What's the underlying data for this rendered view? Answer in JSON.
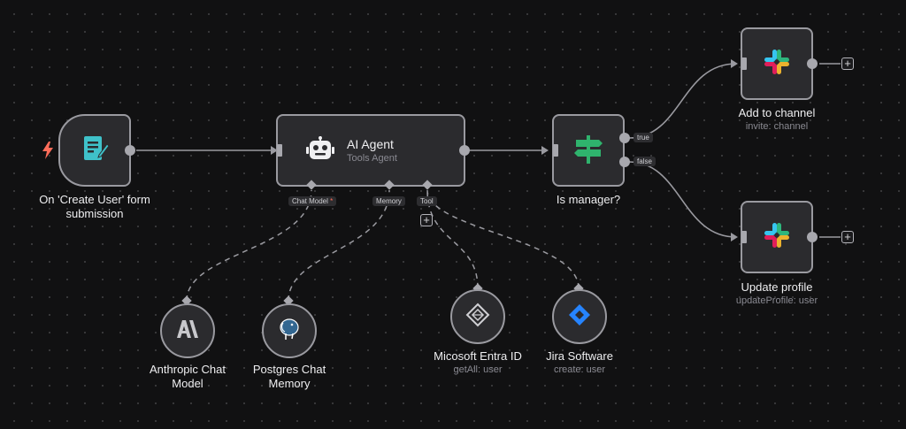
{
  "nodes": {
    "form_trigger": {
      "label_line1": "On 'Create User' form",
      "label_line2": "submission"
    },
    "ai_agent": {
      "title": "AI Agent",
      "subtitle": "Tools Agent"
    },
    "if_node": {
      "label": "Is manager?"
    },
    "add_channel": {
      "label": "Add to channel",
      "sublabel": "invite: channel"
    },
    "update_profile": {
      "label": "Update profile",
      "sublabel": "updateProfile: user"
    },
    "anthropic": {
      "label_line1": "Anthropic Chat",
      "label_line2": "Model"
    },
    "postgres": {
      "label_line1": "Postgres Chat",
      "label_line2": "Memory"
    },
    "entra": {
      "label": "Micosoft Entra ID",
      "sublabel": "getAll: user"
    },
    "jira": {
      "label": "Jira Software",
      "sublabel": "create: user"
    }
  },
  "ports": {
    "chat_model": "Chat Model",
    "chat_model_required": "*",
    "memory": "Memory",
    "tool": "Tool",
    "true_label": "true",
    "false_label": "false"
  },
  "colors": {
    "canvas": "#111112",
    "node_fill": "#2b2b2e",
    "node_border": "#9a9aa0",
    "connector": "#9a9aa0",
    "form_icon": "#3fc1c9",
    "trigger_bolt": "#ff6d5a",
    "if_icon": "#2fb36d",
    "jira_blue": "#2684ff"
  },
  "icons": {
    "trigger": "lightning-bolt-icon",
    "form": "form-icon",
    "agent": "robot-icon",
    "if": "signpost-icon",
    "slack": "slack-icon",
    "anthropic": "anthropic-icon",
    "postgres": "postgres-elephant-icon",
    "entra": "entra-id-icon",
    "jira": "jira-icon",
    "add": "plus-icon"
  }
}
